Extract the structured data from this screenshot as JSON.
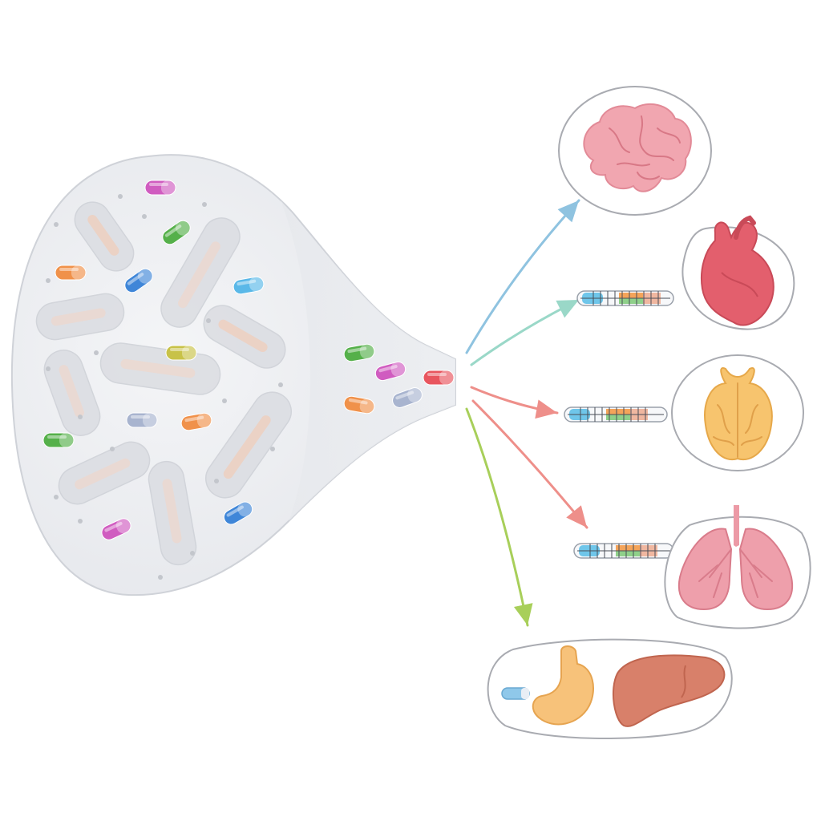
{
  "colors": {
    "background": "#ffffff",
    "funnel_fill": "#eeeff2",
    "funnel_stroke": "#c9ccd3",
    "bacterium_fill": "#dcdee3",
    "bubble_stroke": "#a9abb1",
    "arrow_brain": "#8fc3e0",
    "arrow_heart": "#9ad8c8",
    "arrow_thyroid": "#ee8f8a",
    "arrow_lungs": "#ee8f8a",
    "arrow_gut": "#a8cf5a",
    "brain": "#f0a3ad",
    "heart": "#e0606d",
    "thyroid": "#f6c06a",
    "lungs": "#ec9aa6",
    "stomach": "#f6c27a",
    "liver": "#d8806a"
  },
  "capsule_palette": [
    "#d05cc0",
    "#55b04a",
    "#f0914a",
    "#3f86d8",
    "#5ab8e8",
    "#c8c248",
    "#a8b4cf",
    "#e8555e",
    "#d0a040"
  ],
  "targets": [
    {
      "id": "brain",
      "icon": "brain-icon",
      "arrow": "arrow_brain"
    },
    {
      "id": "heart",
      "icon": "heart-icon",
      "arrow": "arrow_heart"
    },
    {
      "id": "thyroid",
      "icon": "thyroid-icon",
      "arrow": "arrow_thyroid"
    },
    {
      "id": "lungs",
      "icon": "lungs-icon",
      "arrow": "arrow_lungs"
    },
    {
      "id": "gut",
      "icon": "stomach-liver-icon",
      "arrow": "arrow_gut"
    }
  ]
}
